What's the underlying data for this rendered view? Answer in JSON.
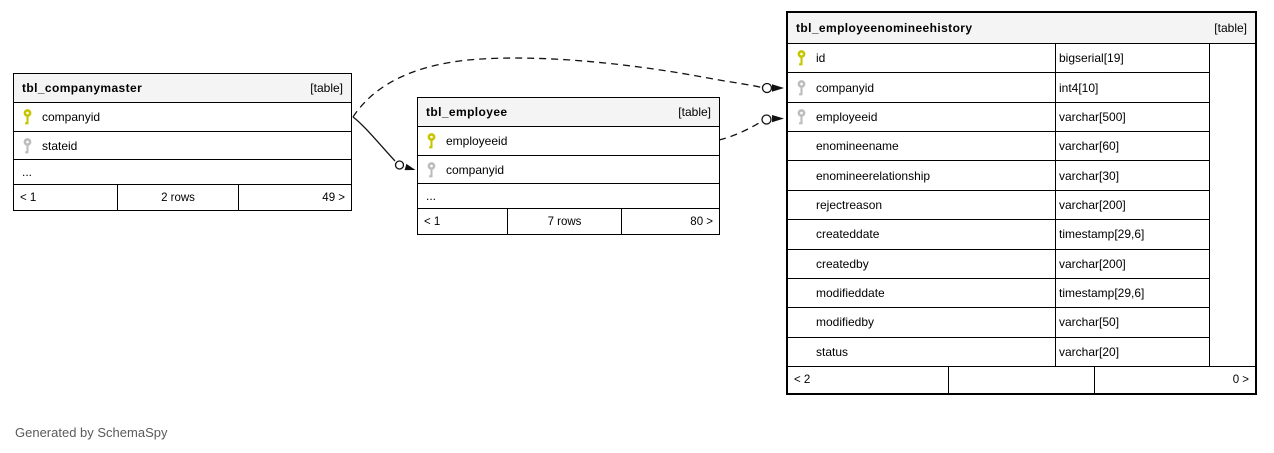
{
  "diagram": {
    "generator_note": "Generated by SchemaSpy",
    "colors": {
      "header_bg": "#f4f4f4",
      "table_border": "#000000",
      "primary_key": "#c6c600",
      "foreign_key": "#bdbdbd",
      "note_text": "#5a5a5a"
    }
  },
  "tables": [
    {
      "name": "tbl_companymaster",
      "badge": "[table]",
      "ellipsis": "...",
      "columns": [
        {
          "name": "companyid",
          "key": "primary"
        },
        {
          "name": "stateid",
          "key": "foreign"
        }
      ],
      "footer": {
        "left": "< 1",
        "center": "2 rows",
        "right": "49 >"
      }
    },
    {
      "name": "tbl_employee",
      "badge": "[table]",
      "ellipsis": "...",
      "columns": [
        {
          "name": "employeeid",
          "key": "primary"
        },
        {
          "name": "companyid",
          "key": "foreign"
        }
      ],
      "footer": {
        "left": "< 1",
        "center": "7 rows",
        "right": "80 >"
      }
    },
    {
      "name": "tbl_employeenomineehistory",
      "badge": "[table]",
      "columns": [
        {
          "name": "id",
          "type": "bigserial[19]",
          "key": "primary"
        },
        {
          "name": "companyid",
          "type": "int4[10]",
          "key": "foreign"
        },
        {
          "name": "employeeid",
          "type": "varchar[500]",
          "key": "foreign"
        },
        {
          "name": "enomineename",
          "type": "varchar[60]",
          "key": "none"
        },
        {
          "name": "enomineerelationship",
          "type": "varchar[30]",
          "key": "none"
        },
        {
          "name": "rejectreason",
          "type": "varchar[200]",
          "key": "none"
        },
        {
          "name": "createddate",
          "type": "timestamp[29,6]",
          "key": "none"
        },
        {
          "name": "createdby",
          "type": "varchar[200]",
          "key": "none"
        },
        {
          "name": "modifieddate",
          "type": "timestamp[29,6]",
          "key": "none"
        },
        {
          "name": "modifiedby",
          "type": "varchar[50]",
          "key": "none"
        },
        {
          "name": "status",
          "type": "varchar[20]",
          "key": "none"
        }
      ],
      "footer": {
        "left": "< 2",
        "center": "",
        "right": "0 >"
      }
    }
  ],
  "relationships": [
    {
      "from_table": "tbl_employee",
      "from_column": "companyid",
      "to_table": "tbl_companymaster",
      "to_column": "companyid",
      "line_style": "solid"
    },
    {
      "from_table": "tbl_employeenomineehistory",
      "from_column": "companyid",
      "to_table": "tbl_companymaster",
      "to_column": "companyid",
      "line_style": "dashed"
    },
    {
      "from_table": "tbl_employeenomineehistory",
      "from_column": "employeeid",
      "to_table": "tbl_employee",
      "to_column": "employeeid",
      "line_style": "dashed"
    }
  ]
}
